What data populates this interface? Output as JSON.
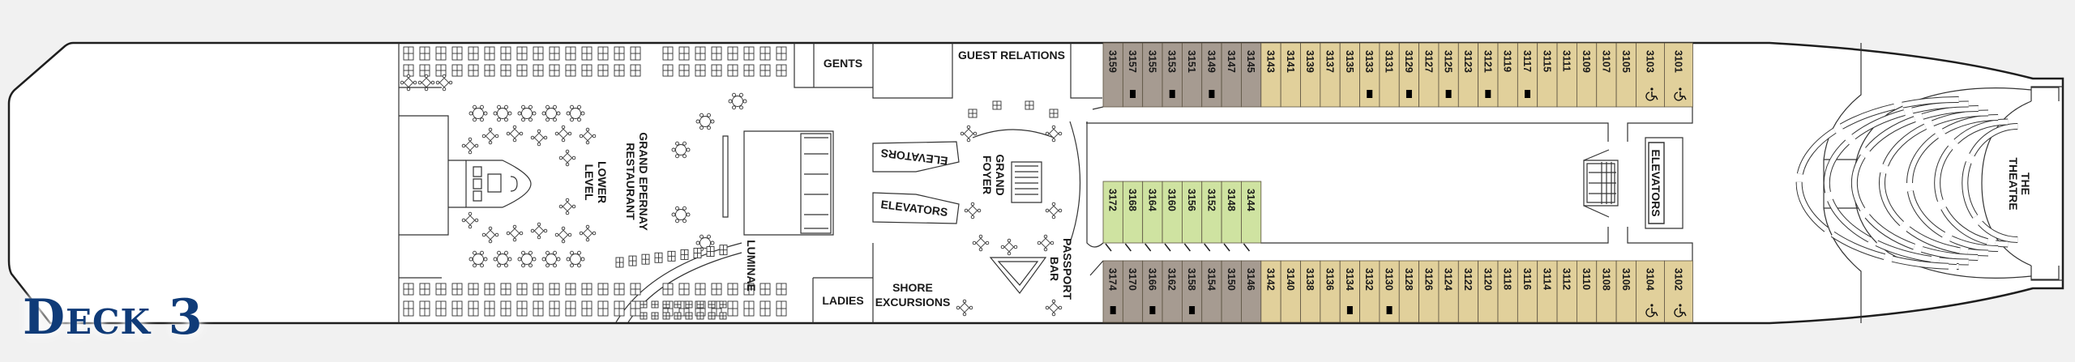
{
  "deck_title": "Deck 3",
  "colors": {
    "hull_fill": "#ffffff",
    "hull_stroke": "#1e1e1e",
    "cabin_gray": "#a69b91",
    "cabin_tan": "#e1d09b",
    "cabin_green": "#cfe3a1",
    "title": "#0f3b78"
  },
  "venues": {
    "restaurant": [
      "GRAND EPERNAY",
      "RESTAURANT"
    ],
    "lower_level": [
      "LOWER",
      "LEVEL"
    ],
    "luminae": "LUMINAE",
    "gents": "GENTS",
    "ladies": "LADIES",
    "shore_excursions": [
      "SHORE",
      "EXCURSIONS"
    ],
    "guest_relations": "GUEST RELATIONS",
    "elevators_upper": "ELEVATORS",
    "elevators_lower": "ELEVATORS",
    "elevators_forward": "ELEVATORS",
    "grand_foyer": [
      "GRAND",
      "FOYER"
    ],
    "passport_bar": [
      "PASSPORT",
      "BAR"
    ],
    "theatre": [
      "THE",
      "THEATRE"
    ]
  },
  "cabins": {
    "top": [
      {
        "num": "3159",
        "cat": "gray"
      },
      {
        "num": "3157",
        "cat": "gray",
        "icon": "square"
      },
      {
        "num": "3155",
        "cat": "gray"
      },
      {
        "num": "3153",
        "cat": "gray",
        "icon": "square"
      },
      {
        "num": "3151",
        "cat": "gray"
      },
      {
        "num": "3149",
        "cat": "gray",
        "icon": "square"
      },
      {
        "num": "3147",
        "cat": "gray"
      },
      {
        "num": "3145",
        "cat": "gray"
      },
      {
        "num": "3143",
        "cat": "tan"
      },
      {
        "num": "3141",
        "cat": "tan"
      },
      {
        "num": "3139",
        "cat": "tan"
      },
      {
        "num": "3137",
        "cat": "tan"
      },
      {
        "num": "3135",
        "cat": "tan"
      },
      {
        "num": "3133",
        "cat": "tan",
        "icon": "square"
      },
      {
        "num": "3131",
        "cat": "tan"
      },
      {
        "num": "3129",
        "cat": "tan",
        "icon": "square"
      },
      {
        "num": "3127",
        "cat": "tan"
      },
      {
        "num": "3125",
        "cat": "tan",
        "icon": "square"
      },
      {
        "num": "3123",
        "cat": "tan"
      },
      {
        "num": "3121",
        "cat": "tan",
        "icon": "square"
      },
      {
        "num": "3119",
        "cat": "tan"
      },
      {
        "num": "3117",
        "cat": "tan",
        "icon": "square"
      },
      {
        "num": "3115",
        "cat": "tan"
      },
      {
        "num": "3111",
        "cat": "tan"
      },
      {
        "num": "3109",
        "cat": "tan"
      },
      {
        "num": "3107",
        "cat": "tan"
      },
      {
        "num": "3105",
        "cat": "tan"
      },
      {
        "num": "3103",
        "cat": "tan",
        "icon": "wheelchair",
        "wide": true
      },
      {
        "num": "3101",
        "cat": "tan",
        "icon": "wheelchair",
        "wide": true
      }
    ],
    "middle": [
      {
        "num": "3172",
        "cat": "green"
      },
      {
        "num": "3168",
        "cat": "green"
      },
      {
        "num": "3164",
        "cat": "green"
      },
      {
        "num": "3160",
        "cat": "green"
      },
      {
        "num": "3156",
        "cat": "green"
      },
      {
        "num": "3152",
        "cat": "green"
      },
      {
        "num": "3148",
        "cat": "green"
      },
      {
        "num": "3144",
        "cat": "green"
      }
    ],
    "bottom": [
      {
        "num": "3174",
        "cat": "gray",
        "icon": "square"
      },
      {
        "num": "3170",
        "cat": "gray"
      },
      {
        "num": "3166",
        "cat": "gray",
        "icon": "square"
      },
      {
        "num": "3162",
        "cat": "gray"
      },
      {
        "num": "3158",
        "cat": "gray",
        "icon": "square"
      },
      {
        "num": "3154",
        "cat": "gray"
      },
      {
        "num": "3150",
        "cat": "gray"
      },
      {
        "num": "3146",
        "cat": "gray"
      },
      {
        "num": "3142",
        "cat": "tan"
      },
      {
        "num": "3140",
        "cat": "tan"
      },
      {
        "num": "3138",
        "cat": "tan"
      },
      {
        "num": "3136",
        "cat": "tan"
      },
      {
        "num": "3134",
        "cat": "tan",
        "icon": "square"
      },
      {
        "num": "3132",
        "cat": "tan"
      },
      {
        "num": "3130",
        "cat": "tan",
        "icon": "square"
      },
      {
        "num": "3128",
        "cat": "tan"
      },
      {
        "num": "3126",
        "cat": "tan"
      },
      {
        "num": "3124",
        "cat": "tan"
      },
      {
        "num": "3122",
        "cat": "tan"
      },
      {
        "num": "3120",
        "cat": "tan"
      },
      {
        "num": "3118",
        "cat": "tan"
      },
      {
        "num": "3116",
        "cat": "tan"
      },
      {
        "num": "3114",
        "cat": "tan"
      },
      {
        "num": "3112",
        "cat": "tan"
      },
      {
        "num": "3110",
        "cat": "tan"
      },
      {
        "num": "3108",
        "cat": "tan"
      },
      {
        "num": "3106",
        "cat": "tan"
      },
      {
        "num": "3104",
        "cat": "tan",
        "icon": "wheelchair",
        "wide": true
      },
      {
        "num": "3102",
        "cat": "tan",
        "icon": "wheelchair",
        "wide": true
      }
    ]
  }
}
